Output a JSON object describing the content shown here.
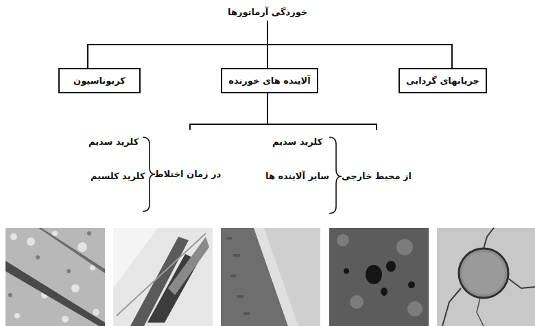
{
  "diagram": {
    "title": "خوردگی آرماتورها",
    "nodes": [
      {
        "text": [
          "جریانهای گردابی"
        ]
      },
      {
        "text": [
          "آلاینده های خورنده"
        ]
      },
      {
        "text": [
          "کربوناسیون"
        ]
      }
    ],
    "labels": [
      "از محیط خارجی",
      "کلرید سدیم",
      "سایر آلاینده ها",
      "در زمان اختلاط",
      "کلرید سدیم",
      "کلرید کلسیم"
    ]
  }
}
